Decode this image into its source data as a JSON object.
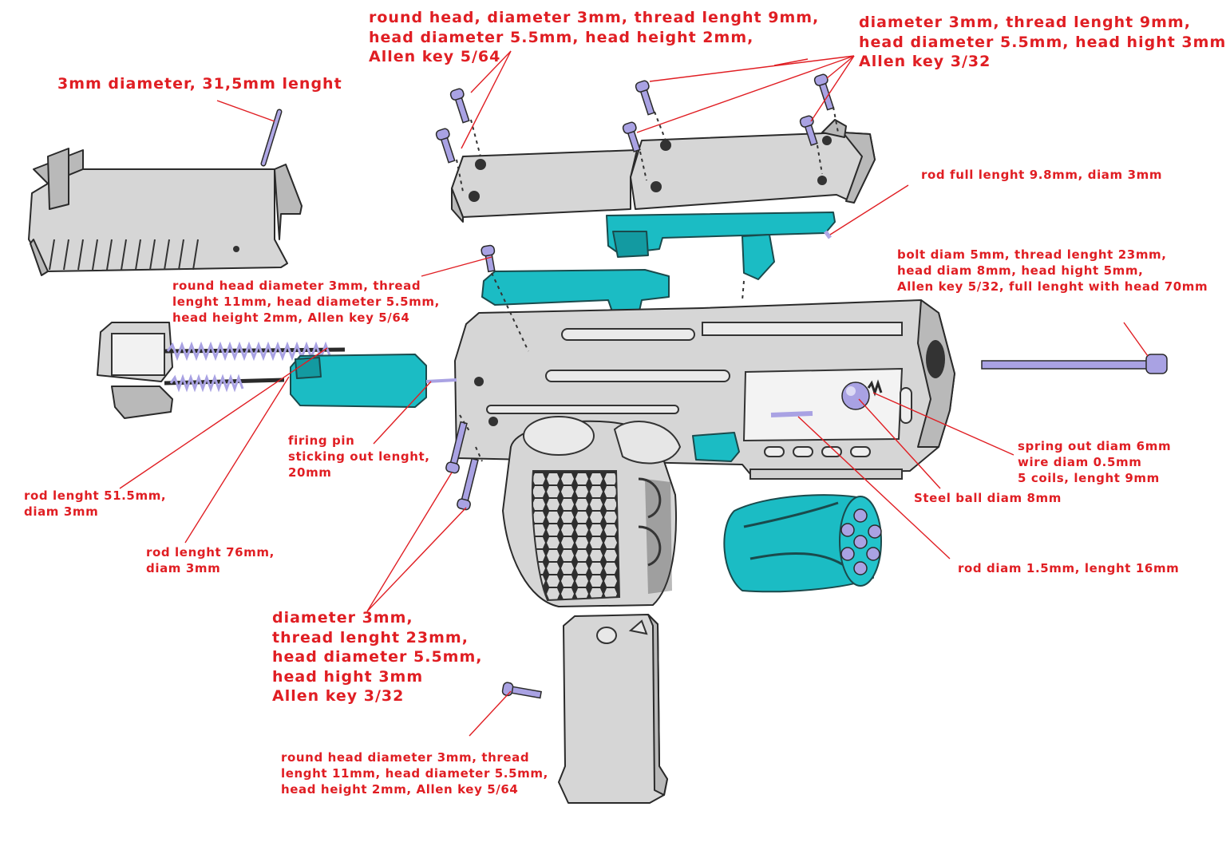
{
  "colors": {
    "label": "#e01e23",
    "gray_part": "#d4d4d4",
    "outline": "#2a2a2a",
    "teal_part": "#19b9c0",
    "fastener": "#a8a0e0"
  },
  "labels": {
    "top_left_screws": [
      "round head, diameter 3mm, thread lenght 9mm,",
      "head diameter 5.5mm, head height 2mm,",
      "Allen key 5/64"
    ],
    "top_right_screws": [
      "diameter 3mm, thread lenght 9mm,",
      "head diameter 5.5mm, head hight 3mm",
      "Allen key 3/32"
    ],
    "slide_pin": [
      "3mm diameter, 31,5mm lenght"
    ],
    "rod_full": [
      "rod full lenght 9.8mm, diam 3mm"
    ],
    "bolt": [
      "bolt diam 5mm, thread lenght 23mm,",
      "head diam 8mm, head hight 5mm,",
      "Allen key 5/32, full lenght with head 70mm"
    ],
    "mid_screw": [
      "round head diameter 3mm, thread",
      "lenght 11mm, head diameter 5.5mm,",
      "head height 2mm,  Allen key 5/64"
    ],
    "firing_pin": [
      "firing pin",
      "sticking out lenght,",
      "20mm"
    ],
    "rod_51": [
      "rod lenght 51.5mm,",
      "diam 3mm"
    ],
    "rod_76": [
      "rod lenght 76mm,",
      "diam 3mm"
    ],
    "spring": [
      "spring out diam 6mm",
      "wire diam 0.5mm",
      "5 coils, lenght 9mm"
    ],
    "steel_ball": [
      "Steel ball diam 8mm"
    ],
    "rod_small": [
      "rod diam 1.5mm, lenght 16mm"
    ],
    "grip_screws": [
      "diameter 3mm,",
      "thread lenght 23mm,",
      "head diameter 5.5mm,",
      "head hight 3mm",
      "Allen key 3/32"
    ],
    "mag_screw": [
      "round head diameter 3mm, thread",
      "lenght 11mm, head diameter 5.5mm,",
      "head height 2mm,  Allen key 5/64"
    ]
  }
}
